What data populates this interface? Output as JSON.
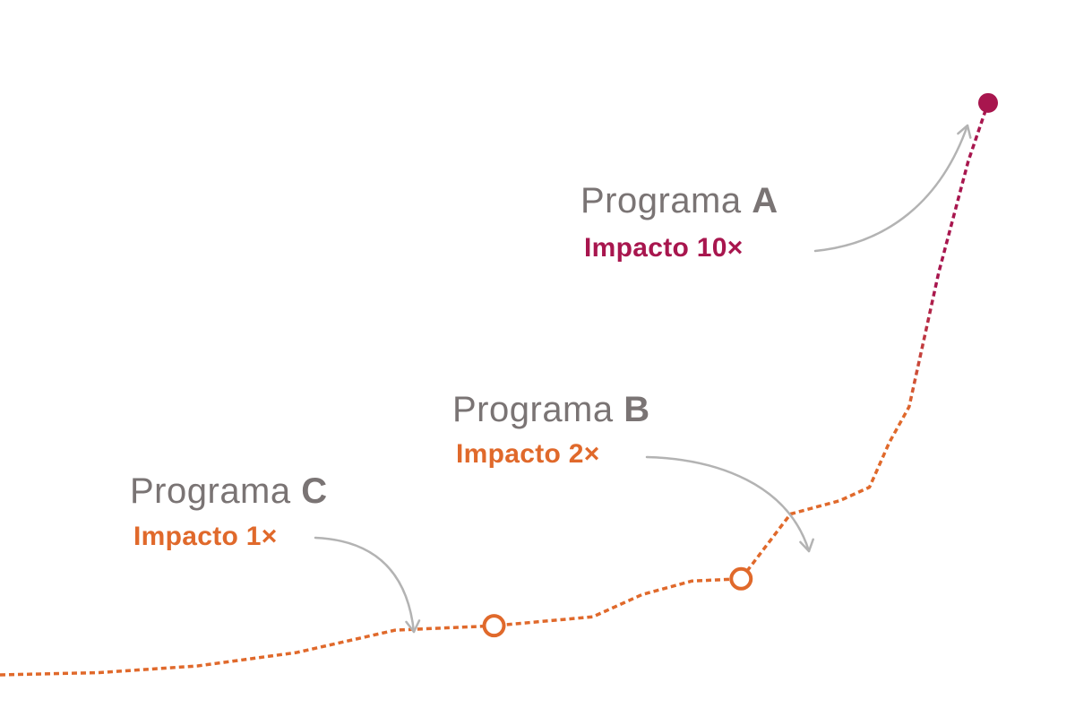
{
  "chart_data": {
    "type": "line",
    "x": [
      0,
      10,
      20,
      30,
      40,
      50,
      60,
      65,
      70,
      75,
      80,
      85,
      88,
      90,
      92,
      95,
      98,
      100
    ],
    "values": [
      0,
      0.05,
      0.2,
      0.5,
      1,
      1.1,
      1.3,
      1.8,
      2.1,
      2.15,
      3.6,
      3.9,
      4.2,
      5.2,
      6.0,
      9.0,
      11.5,
      12.8
    ],
    "xlim": [
      0,
      100
    ],
    "ylim": [
      0,
      14
    ],
    "grid": false,
    "legend": "none",
    "highlights": [
      {
        "x": 50,
        "y": 1.1,
        "marker": "hollow-circle",
        "program": "C"
      },
      {
        "x": 75,
        "y": 2.15,
        "marker": "hollow-circle",
        "program": "B"
      },
      {
        "x": 100,
        "y": 12.8,
        "marker": "filled-circle",
        "program": "A"
      }
    ]
  },
  "annotations": [
    {
      "id": "a",
      "prefix": "Programa",
      "name": "A",
      "impact": "Impacto 10×",
      "color": "#a8164e"
    },
    {
      "id": "b",
      "prefix": "Programa",
      "name": "B",
      "impact": "Impacto 2×",
      "color": "#e0692b"
    },
    {
      "id": "c",
      "prefix": "Programa",
      "name": "C",
      "impact": "Impacto 1×",
      "color": "#e0692b"
    }
  ],
  "colors": {
    "line_low": "#e0692b",
    "line_high": "#a8164e",
    "text_gray": "#7a7474",
    "arrow_gray": "#b3b3b3"
  }
}
